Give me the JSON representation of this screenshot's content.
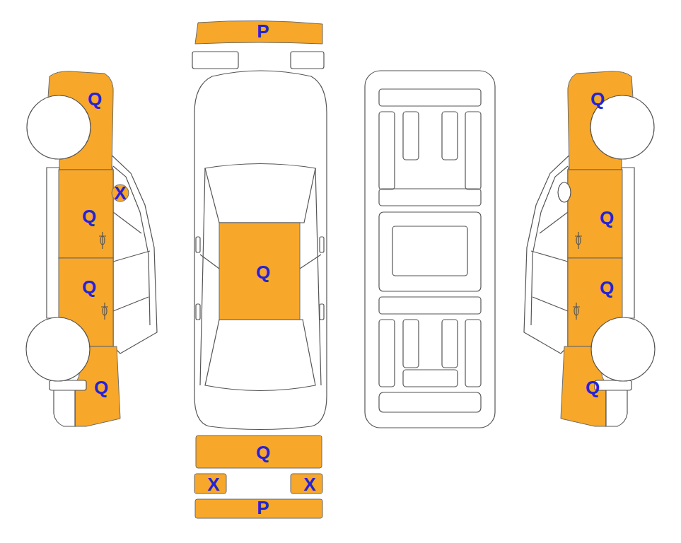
{
  "diagram": {
    "nodes": [
      {
        "text": [
          "P"
        ]
      },
      {
        "text": [
          "Q"
        ]
      },
      {
        "text": [
          "Q"
        ]
      },
      {
        "text": [
          "X"
        ]
      },
      {
        "text": [
          "Q"
        ]
      },
      {
        "text": [
          "Q"
        ]
      },
      {
        "text": [
          "Q"
        ]
      },
      {
        "text": [
          "Q"
        ]
      },
      {
        "text": [
          "Q"
        ]
      },
      {
        "text": [
          "Q"
        ]
      },
      {
        "text": [
          "Q"
        ]
      },
      {
        "text": [
          "Q"
        ]
      },
      {
        "text": [
          "X"
        ]
      },
      {
        "text": [
          "X"
        ]
      },
      {
        "text": [
          "P"
        ]
      }
    ]
  }
}
